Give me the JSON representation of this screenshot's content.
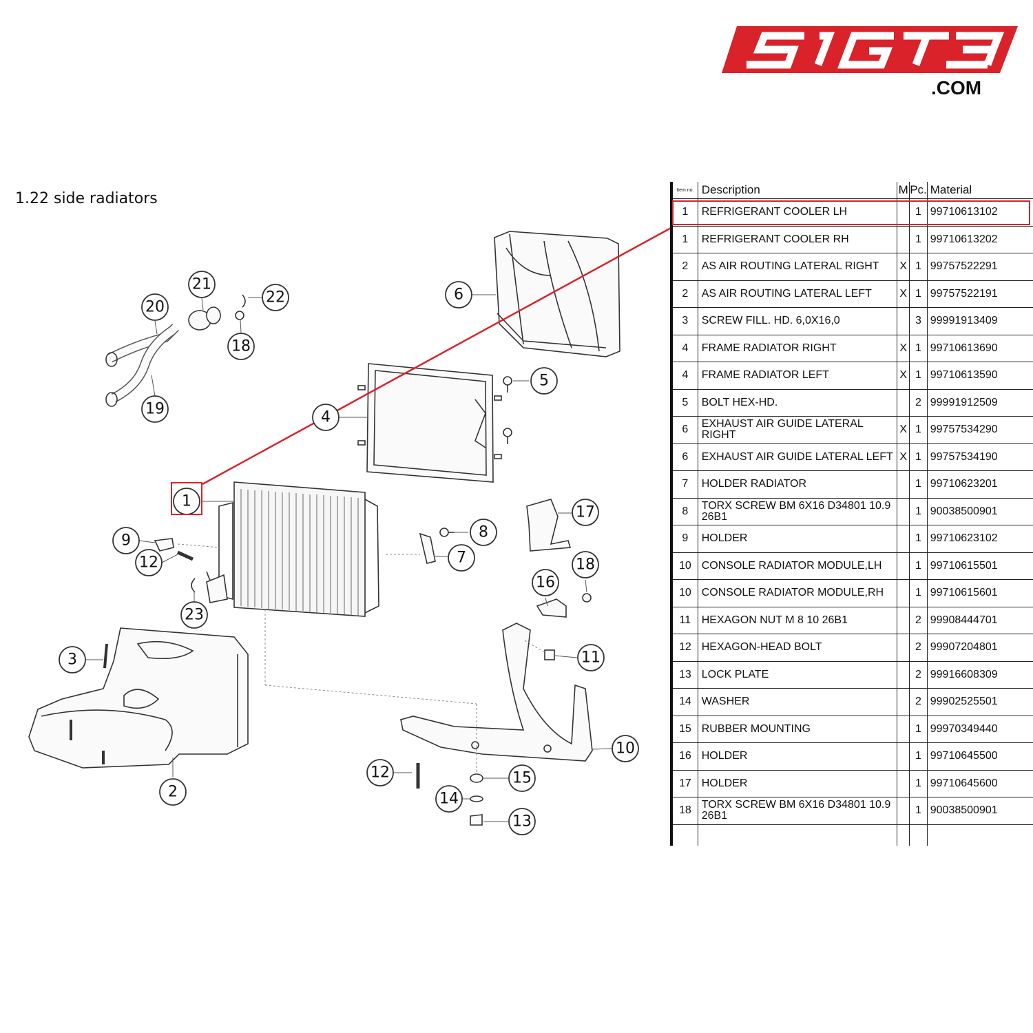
{
  "brand": {
    "logo_text": "51GT3",
    "domain": ".COM",
    "color": "#d9222a"
  },
  "section_title": "1.22  side radiators",
  "callouts": [
    "1",
    "2",
    "3",
    "4",
    "5",
    "6",
    "7",
    "8",
    "9",
    "10",
    "11",
    "12",
    "12",
    "13",
    "14",
    "15",
    "16",
    "17",
    "18",
    "18",
    "19",
    "20",
    "21",
    "22",
    "23"
  ],
  "table": {
    "headers": {
      "item": "Item no.",
      "description": "Description",
      "m": "M",
      "pc": "Pc.",
      "material": "Material"
    },
    "rows": [
      {
        "item": "1",
        "description": "REFRIGERANT COOLER LH",
        "m": "",
        "pc": "1",
        "material": "99710613102"
      },
      {
        "item": "1",
        "description": "REFRIGERANT COOLER RH",
        "m": "",
        "pc": "1",
        "material": "99710613202"
      },
      {
        "item": "2",
        "description": "AS AIR ROUTING LATERAL RIGHT",
        "m": "X",
        "pc": "1",
        "material": "99757522291"
      },
      {
        "item": "2",
        "description": "AS AIR ROUTING LATERAL LEFT",
        "m": "X",
        "pc": "1",
        "material": "99757522191"
      },
      {
        "item": "3",
        "description": "SCREW FILL. HD. 6,0X16,0",
        "m": "",
        "pc": "3",
        "material": "99991913409"
      },
      {
        "item": "4",
        "description": "FRAME RADIATOR RIGHT",
        "m": "X",
        "pc": "1",
        "material": "99710613690"
      },
      {
        "item": "4",
        "description": "FRAME RADIATOR LEFT",
        "m": "X",
        "pc": "1",
        "material": "99710613590"
      },
      {
        "item": "5",
        "description": "BOLT HEX-HD.",
        "m": "",
        "pc": "2",
        "material": "99991912509"
      },
      {
        "item": "6",
        "description": "EXHAUST AIR GUIDE LATERAL RIGHT",
        "m": "X",
        "pc": "1",
        "material": "99757534290"
      },
      {
        "item": "6",
        "description": "EXHAUST AIR GUIDE LATERAL LEFT",
        "m": "X",
        "pc": "1",
        "material": "99757534190"
      },
      {
        "item": "7",
        "description": "HOLDER RADIATOR",
        "m": "",
        "pc": "1",
        "material": "99710623201"
      },
      {
        "item": "8",
        "description": "TORX SCREW BM 6X16 D34801 10.9 26B1",
        "m": "",
        "pc": "1",
        "material": "90038500901"
      },
      {
        "item": "9",
        "description": "HOLDER",
        "m": "",
        "pc": "1",
        "material": "99710623102"
      },
      {
        "item": "10",
        "description": "CONSOLE RADIATOR MODULE,LH",
        "m": "",
        "pc": "1",
        "material": "99710615501"
      },
      {
        "item": "10",
        "description": "CONSOLE RADIATOR MODULE,RH",
        "m": "",
        "pc": "1",
        "material": "99710615601"
      },
      {
        "item": "11",
        "description": "HEXAGON NUT M 8 10 26B1",
        "m": "",
        "pc": "2",
        "material": "99908444701"
      },
      {
        "item": "12",
        "description": "HEXAGON-HEAD BOLT",
        "m": "",
        "pc": "2",
        "material": "99907204801"
      },
      {
        "item": "13",
        "description": "LOCK PLATE",
        "m": "",
        "pc": "2",
        "material": "99916608309"
      },
      {
        "item": "14",
        "description": "WASHER",
        "m": "",
        "pc": "2",
        "material": "99902525501"
      },
      {
        "item": "15",
        "description": "RUBBER MOUNTING",
        "m": "",
        "pc": "1",
        "material": "99970349440"
      },
      {
        "item": "16",
        "description": "HOLDER",
        "m": "",
        "pc": "1",
        "material": "99710645500"
      },
      {
        "item": "17",
        "description": "HOLDER",
        "m": "",
        "pc": "1",
        "material": "99710645600"
      },
      {
        "item": "18",
        "description": "TORX SCREW BM 6X16 D34801 10.9 26B1",
        "m": "",
        "pc": "1",
        "material": "90038500901"
      }
    ]
  },
  "highlight": {
    "item": "1",
    "color": "#d9222a"
  }
}
